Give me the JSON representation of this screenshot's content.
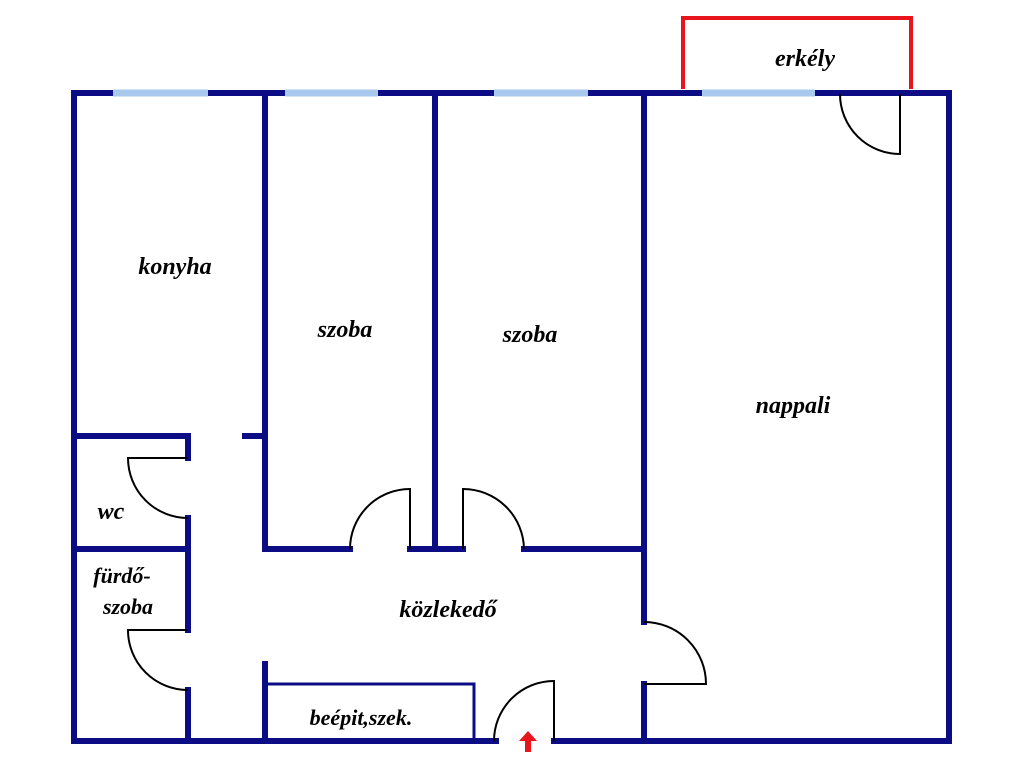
{
  "floorplan": {
    "colors": {
      "wall": "#0c0c84",
      "window": "#a9c8ee",
      "balcony": "#e8161c",
      "entrance_arrow": "#e8161c",
      "door": "#000000",
      "background": "#ffffff"
    },
    "rooms": {
      "balcony": "erkély",
      "kitchen": "konyha",
      "room1": "szoba",
      "room2": "szoba",
      "living": "nappali",
      "wc": "wc",
      "bath_line1": "fürdő-",
      "bath_line2": "szoba",
      "hallway": "közlekedő",
      "closet": "beépit,szek."
    },
    "entrance_icon": "up-arrow-icon"
  }
}
